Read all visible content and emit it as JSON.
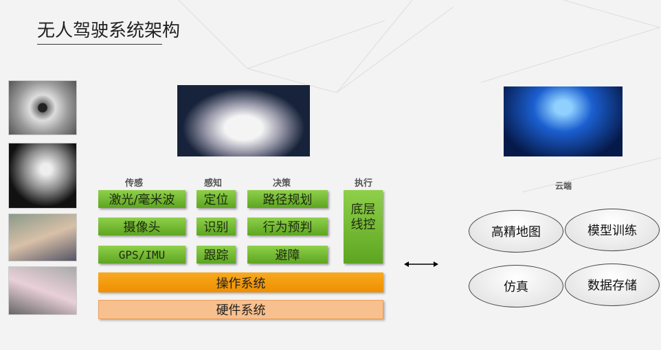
{
  "title": "无人驾驶系统架构",
  "columns": {
    "sense": "传感",
    "perceive": "感知",
    "decide": "决策",
    "execute": "执行"
  },
  "sense": [
    "激光/毫米波",
    "摄像头",
    "GPS/IMU"
  ],
  "perceive": [
    "定位",
    "识别",
    "跟踪"
  ],
  "decide": [
    "路径规划",
    "行为预判",
    "避障"
  ],
  "execute": "底层线控",
  "os": "操作系统",
  "hardware": "硬件系统",
  "cloud": {
    "label": "云端",
    "items": [
      "高精地图",
      "模型训练",
      "仿真",
      "数据存储"
    ]
  },
  "colors": {
    "green": "#6cb52c",
    "orange": "#f39c12",
    "peach": "#f8c08e"
  }
}
